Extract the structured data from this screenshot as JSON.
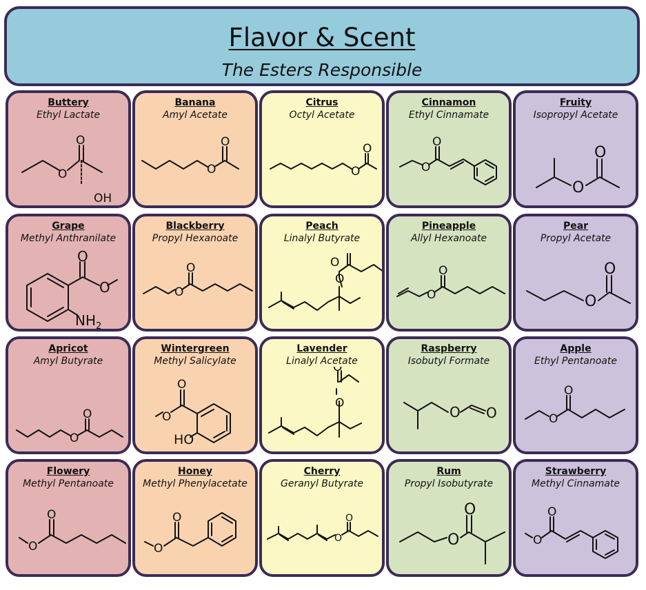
{
  "header": {
    "title": "Flavor & Scent",
    "subtitle": "The Esters Responsible"
  },
  "colors": {
    "header_bg": "#96cbdc",
    "border": "#3b2b56",
    "red": "#e3b3b3",
    "orange": "#f9d3b0",
    "yellow": "#fcf8c5",
    "green": "#d6e3c0",
    "purple": "#cdc2dc"
  },
  "cards": [
    {
      "flavor": "Buttery",
      "ester": "Ethyl Lactate",
      "color": "red"
    },
    {
      "flavor": "Banana",
      "ester": "Amyl Acetate",
      "color": "orange"
    },
    {
      "flavor": "Citrus",
      "ester": "Octyl Acetate",
      "color": "yellow"
    },
    {
      "flavor": "Cinnamon",
      "ester": "Ethyl Cinnamate",
      "color": "green"
    },
    {
      "flavor": "Fruity",
      "ester": "Isopropyl Acetate",
      "color": "purple"
    },
    {
      "flavor": "Grape",
      "ester": "Methyl Anthranilate",
      "color": "red"
    },
    {
      "flavor": "Blackberry",
      "ester": "Propyl Hexanoate",
      "color": "orange"
    },
    {
      "flavor": "Peach",
      "ester": "Linalyl Butyrate",
      "color": "yellow"
    },
    {
      "flavor": "Pineapple",
      "ester": "Allyl Hexanoate",
      "color": "green"
    },
    {
      "flavor": "Pear",
      "ester": "Propyl Acetate",
      "color": "purple"
    },
    {
      "flavor": "Apricot",
      "ester": "Amyl Butyrate",
      "color": "red"
    },
    {
      "flavor": "Wintergreen",
      "ester": "Methyl Salicylate",
      "color": "orange"
    },
    {
      "flavor": "Lavender",
      "ester": "Linalyl Acetate",
      "color": "yellow"
    },
    {
      "flavor": "Raspberry",
      "ester": "Isobutyl Formate",
      "color": "green"
    },
    {
      "flavor": "Apple",
      "ester": "Ethyl Pentanoate",
      "color": "purple"
    },
    {
      "flavor": "Flowery",
      "ester": "Methyl Pentanoate",
      "color": "red"
    },
    {
      "flavor": "Honey",
      "ester": "Methyl Phenylacetate",
      "color": "orange"
    },
    {
      "flavor": "Cherry",
      "ester": "Geranyl Butyrate",
      "color": "yellow"
    },
    {
      "flavor": "Rum",
      "ester": "Propyl Isobutyrate",
      "color": "green"
    },
    {
      "flavor": "Strawberry",
      "ester": "Methyl Cinnamate",
      "color": "purple"
    }
  ],
  "atom_labels": {
    "O": "O",
    "OH": "OH",
    "HO": "HO",
    "NH2": "NH",
    "NH2_sub": "2"
  }
}
